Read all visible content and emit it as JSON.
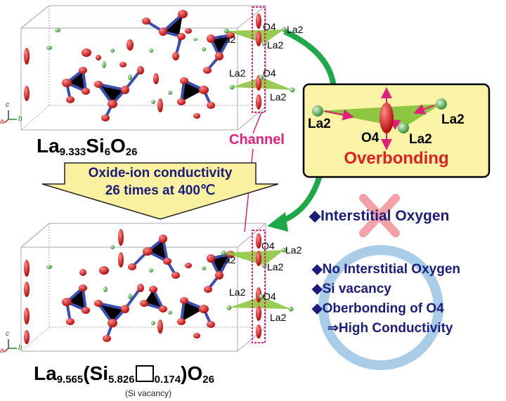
{
  "structures": {
    "top": {
      "element1": "La",
      "sub1": "9.333",
      "element2": "Si",
      "sub2": "6",
      "element3": "O",
      "sub3": "26"
    },
    "bottom": {
      "element1": "La",
      "sub1": "9.565",
      "paren_open": "(",
      "element2": "Si",
      "sub2": "5.826",
      "sub_vac": "0.174",
      "paren_close": ")",
      "element3": "O",
      "sub3": "26",
      "vacancy_note": "(Si vacancy)"
    }
  },
  "arrow_banner": {
    "line1": "Oxide-ion conductivity",
    "line2": "26 times at 400℃"
  },
  "channel_label": "Channel",
  "site_labels": {
    "o4": "O4",
    "la2": "La2"
  },
  "axes": {
    "a": "a",
    "b": "b",
    "c": "c"
  },
  "inset": {
    "la2_left": "La2",
    "o4": "O4",
    "la2_right": "La2",
    "la2_bottom": "La2",
    "title": "Overbonding"
  },
  "bullets_top": [
    "◆Interstitial Oxygen"
  ],
  "bullets_bottom": [
    "◆No Interstitial Oxygen",
    "◆Si vacancy",
    "◆Oberbonding of O4",
    "⇒High Conductivity"
  ],
  "colors": {
    "navy": "#1c1c7a",
    "magenta": "#e0207e",
    "red": "#e02020",
    "inset_fill": "#fbf4a6",
    "green_arrow": "#1fa84a",
    "banner_fill": "#f9f0a0",
    "circle": "#a9cde8",
    "cross": "#f3a0a6"
  }
}
